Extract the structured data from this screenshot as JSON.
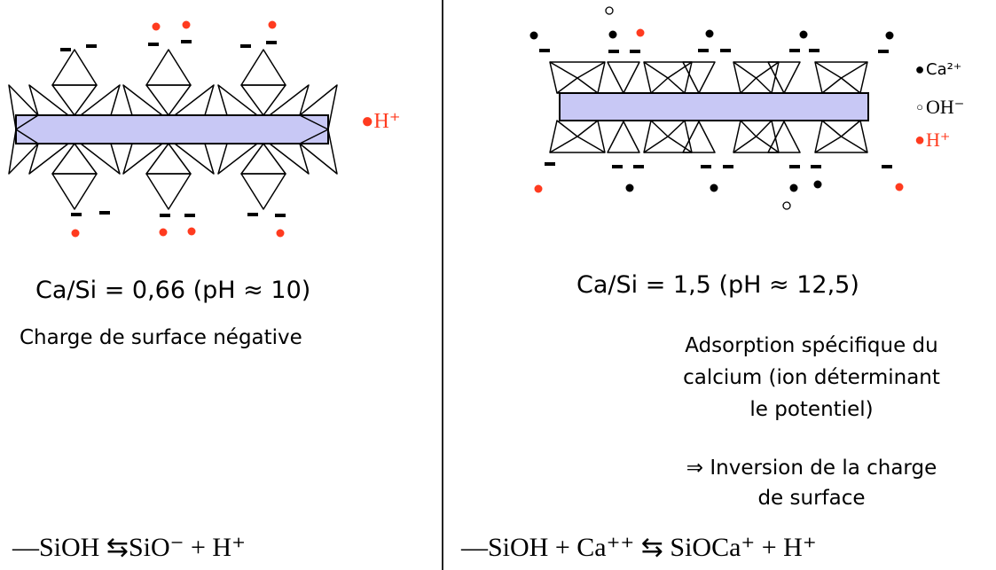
{
  "left": {
    "ratio": "Ca/Si = 0,66 (pH ≈ 10)",
    "description": "Charge de surface négative",
    "ion_label": "H⁺",
    "equation": "—SiOH ⇆SiO⁻  + H⁺"
  },
  "right": {
    "ratio": "Ca/Si = 1,5 (pH ≈ 12,5)",
    "description_lines": [
      "Adsorption spécifique du",
      "calcium (ion déterminant",
      "le potentiel)"
    ],
    "conclusion_lines": [
      "⇒ Inversion de la charge",
      "de surface"
    ],
    "legend": [
      {
        "label": "Ca²⁺",
        "icon": "filled-black-dot"
      },
      {
        "label": "OH⁻",
        "icon": "open-circle"
      },
      {
        "label": "H⁺",
        "icon": "filled-red-dot"
      }
    ],
    "equation": "—SiOH + Ca⁺⁺ ⇆ SiOCa⁺ + H⁺"
  },
  "colors": {
    "sheet_fill": "#c8c8f5",
    "proton_red": "#ff3b1f",
    "line": "#000000"
  }
}
